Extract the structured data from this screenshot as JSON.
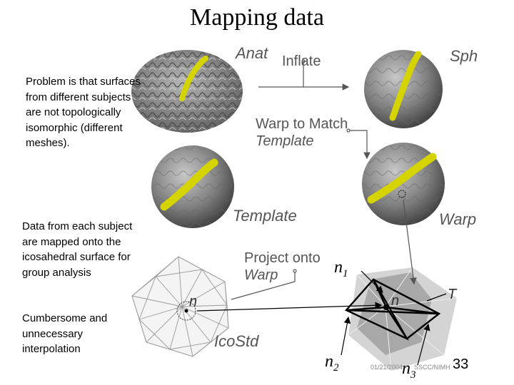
{
  "title": "Mapping data",
  "notes": {
    "problem": "Problem is that surfaces from different subjects are not topologically isomorphic (different meshes).",
    "mapped": "Data from each subject are mapped onto the icosahedral surface for group analysis",
    "cumbersome": "Cumbersome and unnecessary interpolation"
  },
  "labels": {
    "anat": "Anat",
    "inflate": "Inflate",
    "sph": "Sph",
    "warp_to_match": "Warp to Match",
    "template_italic": "Template",
    "template": "Template",
    "warp": "Warp",
    "project_onto": "Project onto",
    "project_warp": "Warp",
    "icostd": "IcoStd",
    "n_ico": "n",
    "n_tri": "n",
    "t": "T"
  },
  "math": {
    "n1_base": "n",
    "n1_sub": "1",
    "n2_base": "n",
    "n2_sub": "2",
    "n3_base": "n",
    "n3_sub": "3"
  },
  "footer": {
    "date": "01/21/2004",
    "org": "SSCC/NIMH",
    "page": "33"
  },
  "colors": {
    "highlight": "#d6d400",
    "brain_gray": "#7a7a7a",
    "arrow": "#555555"
  }
}
